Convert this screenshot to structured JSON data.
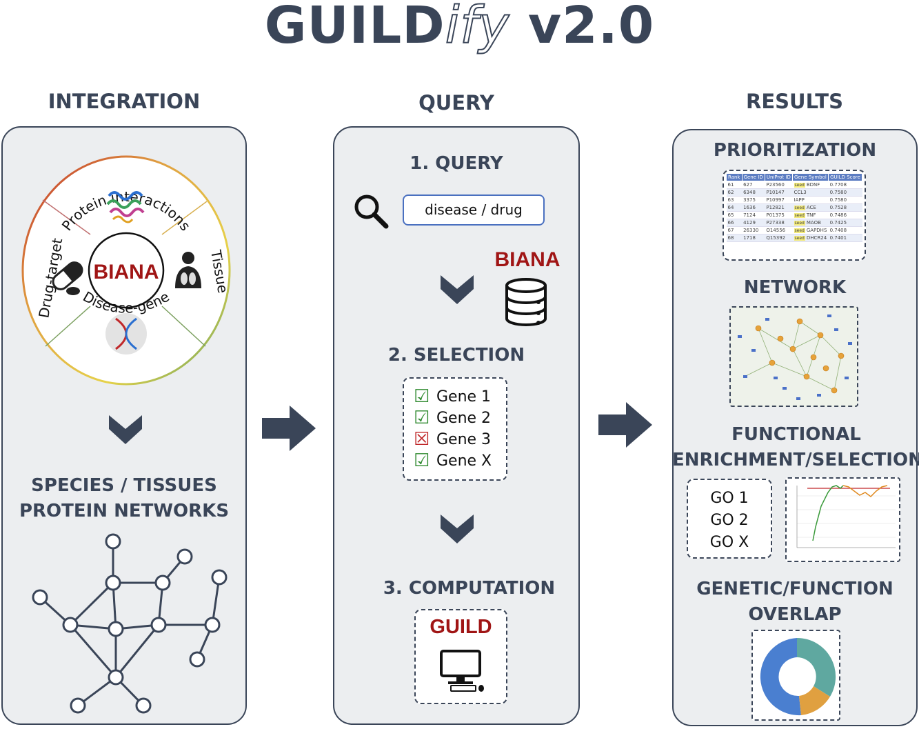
{
  "title": {
    "main": "GUILD",
    "italic": "ify",
    "version": "v2.0"
  },
  "columns": {
    "integration": {
      "heading": "INTEGRATION",
      "wheel": {
        "center": "BIANA",
        "segments": [
          "Protein interactions",
          "Tissue",
          "Disease-gene",
          "Drug-target"
        ]
      },
      "output": [
        "SPECIES / TISSUES",
        "PROTEIN NETWORKS"
      ]
    },
    "query": {
      "heading": "QUERY",
      "step1": "1. QUERY",
      "search_placeholder": "disease / drug",
      "db_label": "BIANA",
      "step2": "2. SELECTION",
      "genes": [
        {
          "label": "Gene 1",
          "state": "checked"
        },
        {
          "label": "Gene 2",
          "state": "checked"
        },
        {
          "label": "Gene 3",
          "state": "rejected"
        },
        {
          "label": "Gene X",
          "state": "checked"
        }
      ],
      "step3": "3. COMPUTATION",
      "engine": "GUILD"
    },
    "results": {
      "heading": "RESULTS",
      "prioritization": {
        "heading": "PRIORITIZATION",
        "columns": [
          "Rank",
          "Gene ID",
          "UniProt ID",
          "Gene Symbol",
          "GUILD Score"
        ],
        "rows": [
          [
            "61",
            "627",
            "P23560",
            "BDNF",
            "0.7708",
            true
          ],
          [
            "62",
            "6348",
            "P10147",
            "CCL3",
            "0.7580",
            false
          ],
          [
            "63",
            "3375",
            "P10997",
            "IAPP",
            "0.7580",
            false
          ],
          [
            "64",
            "1636",
            "P12821",
            "ACE",
            "0.7528",
            true
          ],
          [
            "65",
            "7124",
            "P01375",
            "TNF",
            "0.7486",
            true
          ],
          [
            "66",
            "4129",
            "P27338",
            "MAOB",
            "0.7425",
            true
          ],
          [
            "67",
            "26330",
            "O14556",
            "GAPDHS",
            "0.7408",
            true
          ],
          [
            "68",
            "1718",
            "Q15392",
            "DHCR24",
            "0.7401",
            true
          ]
        ],
        "seed_tag": "seed"
      },
      "network": {
        "heading": "NETWORK"
      },
      "functional": {
        "heading": [
          "FUNCTIONAL",
          "ENRICHMENT/SELECTION"
        ],
        "go_terms": [
          "GO 1",
          "GO 2",
          "GO X"
        ]
      },
      "overlap": {
        "heading": [
          "GENETIC/FUNCTION",
          "OVERLAP"
        ]
      }
    }
  },
  "colors": {
    "dark": "#3a4558",
    "panel_bg": "#eceef0",
    "biana_red": "#a01515",
    "check_green": "#2f8a2f",
    "reject_red": "#c0282a",
    "donut": [
      "#4a7fd0",
      "#5fa8a0",
      "#e0a040"
    ]
  }
}
